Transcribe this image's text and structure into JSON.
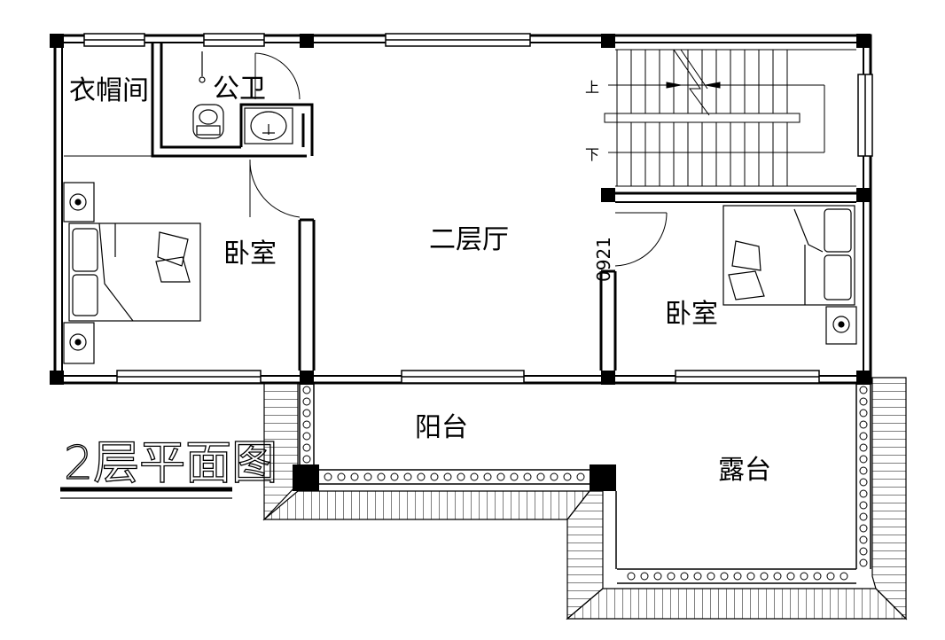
{
  "plan": {
    "title": "2层平面图",
    "rooms": {
      "cloakroom": "衣帽间",
      "bathroom": "公卫",
      "hall": "二层厅",
      "bedroom_left": "卧室",
      "bedroom_right": "卧室",
      "balcony": "阳台",
      "terrace": "露台"
    },
    "stairs": {
      "up": "上",
      "down": "下"
    },
    "door_dim": "0921"
  }
}
